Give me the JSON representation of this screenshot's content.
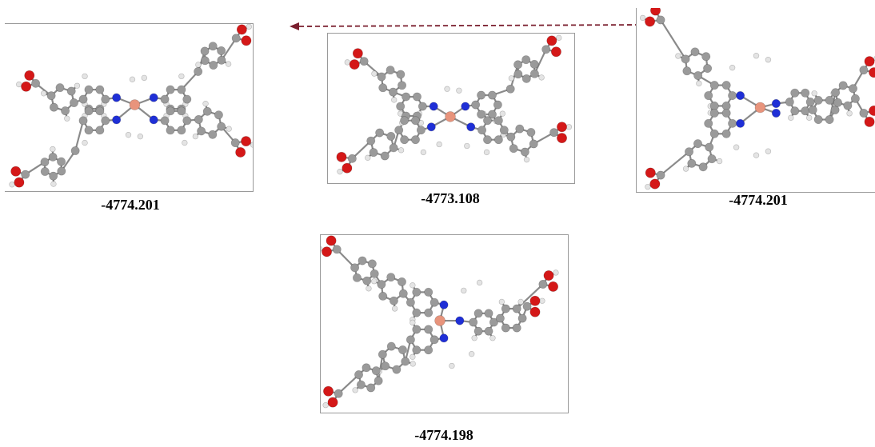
{
  "figure": {
    "colors": {
      "carbon": "#9a9a9a",
      "hydrogen": "#e4e4e4",
      "nitrogen": "#1f2fd6",
      "oxygen": "#d41818",
      "metal": "#e8947c",
      "bond": "#8a8a8a",
      "arrow": "#7a1f2e"
    },
    "structures": [
      {
        "id": "s1",
        "energy": "-4774.201"
      },
      {
        "id": "s2",
        "energy": "-4773.108"
      },
      {
        "id": "s3",
        "energy": "-4774.201"
      },
      {
        "id": "s4",
        "energy": "-4774.198"
      }
    ],
    "arrow": {
      "style": "dashed",
      "direction": "right-to-left"
    }
  }
}
